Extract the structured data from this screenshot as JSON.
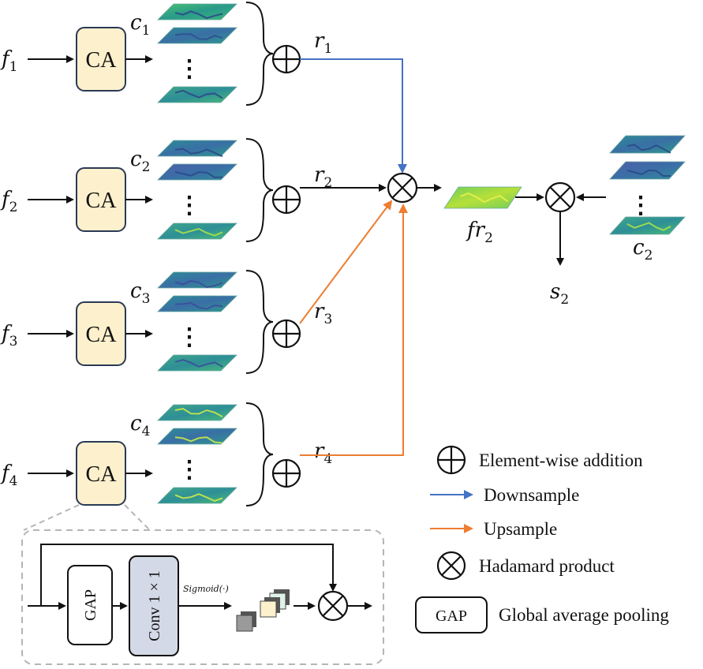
{
  "inputs": [
    {
      "base": "f",
      "sub": "1"
    },
    {
      "base": "f",
      "sub": "2"
    },
    {
      "base": "f",
      "sub": "3"
    },
    {
      "base": "f",
      "sub": "4"
    }
  ],
  "ca_label": "CA",
  "channel_labels": [
    {
      "base": "c",
      "sub": "1"
    },
    {
      "base": "c",
      "sub": "2"
    },
    {
      "base": "c",
      "sub": "3"
    },
    {
      "base": "c",
      "sub": "4"
    }
  ],
  "sum_labels": [
    {
      "base": "r",
      "sub": "1"
    },
    {
      "base": "r",
      "sub": "2"
    },
    {
      "base": "r",
      "sub": "3"
    },
    {
      "base": "r",
      "sub": "4"
    }
  ],
  "fused_label": {
    "base": "fr",
    "sub": "2"
  },
  "right_stack_label": {
    "base": "c",
    "sub": "2"
  },
  "output_label": {
    "base": "s",
    "sub": "2"
  },
  "ellipsis": "⋮",
  "legend": {
    "addition": "Element-wise addition",
    "downsample": "Downsample",
    "upsample": "Upsample",
    "hadamard": "Hadamard product",
    "gap_box": "GAP",
    "gap_text": "Global average pooling"
  },
  "inset": {
    "gap": "GAP",
    "conv": "Conv 1 × 1",
    "sigmoid": "Sigmoid(·)"
  },
  "colors": {
    "ca_fill": "#fdf0cc",
    "conv_fill": "#d3d9e6",
    "downsample": "#4472c4",
    "upsample": "#ed7d31",
    "line": "#111111"
  }
}
